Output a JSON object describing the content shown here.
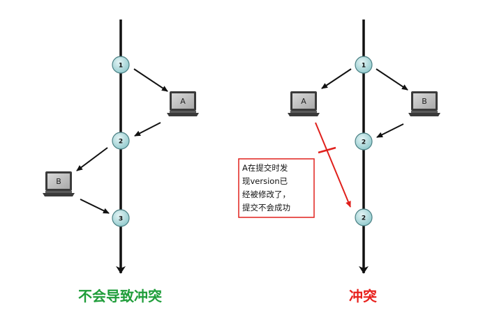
{
  "left": {
    "caption": "不会导致冲突",
    "nodes": [
      "1",
      "2",
      "3"
    ],
    "laptop_a": "A",
    "laptop_b": "B"
  },
  "right": {
    "caption": "冲突",
    "nodes": [
      "1",
      "2",
      "2"
    ],
    "laptop_a": "A",
    "laptop_b": "B",
    "note": [
      "A在提交时发",
      "现version已",
      "经被修改了，",
      "提交不会成功"
    ]
  },
  "colors": {
    "caption_left": "#1f9d3a",
    "caption_right": "#e8201c",
    "node_fill": "#a8dadc",
    "conflict_arrow": "#e0201c",
    "note_border": "#e0201c"
  }
}
